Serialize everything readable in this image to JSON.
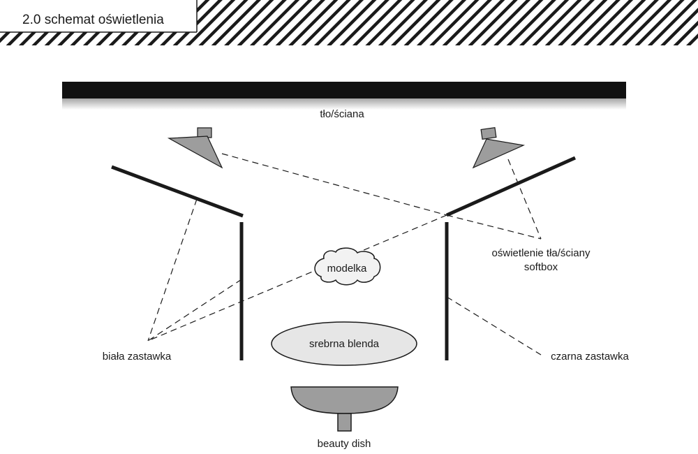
{
  "header": {
    "title": "2.0  schemat oświetlenia"
  },
  "labels": {
    "background": "tło/ściana",
    "background_light": "oświetlenie tła/ściany",
    "softbox": "softbox",
    "model": "modelka",
    "silver_reflector": "srebrna blenda",
    "white_flag": "biała zastawka",
    "black_flag": "czarna zastawka",
    "beauty_dish": "beauty dish"
  },
  "colors": {
    "ink": "#1a1a1a",
    "lamp_fill": "#9d9d9d",
    "reflector_fill": "#e6e6e6",
    "model_fill": "#f2f2f2"
  },
  "icons": [
    "lamp-icon",
    "softbox-icon",
    "beauty-dish-icon",
    "cloud-shape"
  ]
}
